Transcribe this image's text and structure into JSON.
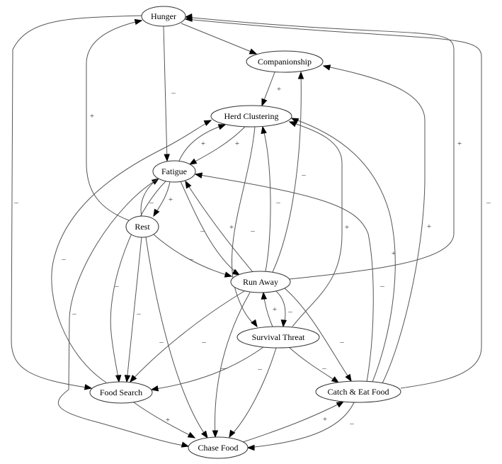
{
  "diagram": {
    "type": "causal-loop-graph",
    "nodes": [
      {
        "id": "hunger",
        "label": "Hunger"
      },
      {
        "id": "companionship",
        "label": "Companionship"
      },
      {
        "id": "herd",
        "label": "Herd Clustering"
      },
      {
        "id": "fatigue",
        "label": "Fatigue"
      },
      {
        "id": "rest",
        "label": "Rest"
      },
      {
        "id": "runaway",
        "label": "Run Away"
      },
      {
        "id": "threat",
        "label": "Survival Threat"
      },
      {
        "id": "foodsearch",
        "label": "Food Search"
      },
      {
        "id": "catch",
        "label": "Catch & Eat Food"
      },
      {
        "id": "chase",
        "label": "Chase Food"
      }
    ],
    "edges": [
      {
        "from": "hunger",
        "to": "companionship",
        "sign": ""
      },
      {
        "from": "hunger",
        "to": "fatigue",
        "sign": "–"
      },
      {
        "from": "companionship",
        "to": "herd",
        "sign": "+"
      },
      {
        "from": "herd",
        "to": "fatigue",
        "sign": "+"
      },
      {
        "from": "fatigue",
        "to": "herd",
        "sign": "+"
      },
      {
        "from": "fatigue",
        "to": "rest",
        "sign": "+"
      },
      {
        "from": "rest",
        "to": "fatigue",
        "sign": "–"
      },
      {
        "from": "rest",
        "to": "hunger",
        "sign": "+"
      },
      {
        "from": "rest",
        "to": "runaway",
        "sign": "–"
      },
      {
        "from": "rest",
        "to": "foodsearch",
        "sign": "–"
      },
      {
        "from": "rest",
        "to": "chase",
        "sign": "–"
      },
      {
        "from": "fatigue",
        "to": "runaway",
        "sign": "–"
      },
      {
        "from": "runaway",
        "to": "fatigue",
        "sign": "+"
      },
      {
        "from": "runaway",
        "to": "herd",
        "sign": "–"
      },
      {
        "from": "runaway",
        "to": "companionship",
        "sign": "–"
      },
      {
        "from": "runaway",
        "to": "hunger",
        "sign": "+"
      },
      {
        "from": "herd",
        "to": "threat",
        "sign": "–"
      },
      {
        "from": "runaway",
        "to": "threat",
        "sign": "–"
      },
      {
        "from": "threat",
        "to": "runaway",
        "sign": "+"
      },
      {
        "from": "threat",
        "to": "herd",
        "sign": "+"
      },
      {
        "from": "runaway",
        "to": "foodsearch",
        "sign": "–"
      },
      {
        "from": "runaway",
        "to": "chase",
        "sign": "–"
      },
      {
        "from": "runaway",
        "to": "catch",
        "sign": "–"
      },
      {
        "from": "threat",
        "to": "foodsearch",
        "sign": "–"
      },
      {
        "from": "threat",
        "to": "chase",
        "sign": "–"
      },
      {
        "from": "threat",
        "to": "catch",
        "sign": "–"
      },
      {
        "from": "fatigue",
        "to": "foodsearch",
        "sign": "–"
      },
      {
        "from": "fatigue",
        "to": "chase",
        "sign": "–"
      },
      {
        "from": "foodsearch",
        "to": "herd",
        "sign": "–"
      },
      {
        "from": "hunger",
        "to": "foodsearch",
        "sign": "–"
      },
      {
        "from": "foodsearch",
        "to": "chase",
        "sign": "+"
      },
      {
        "from": "chase",
        "to": "catch",
        "sign": "+"
      },
      {
        "from": "catch",
        "to": "chase",
        "sign": "–"
      },
      {
        "from": "catch",
        "to": "fatigue",
        "sign": "–"
      },
      {
        "from": "catch",
        "to": "herd",
        "sign": "+"
      },
      {
        "from": "catch",
        "to": "companionship",
        "sign": "+"
      },
      {
        "from": "catch",
        "to": "hunger",
        "sign": "–"
      }
    ]
  }
}
